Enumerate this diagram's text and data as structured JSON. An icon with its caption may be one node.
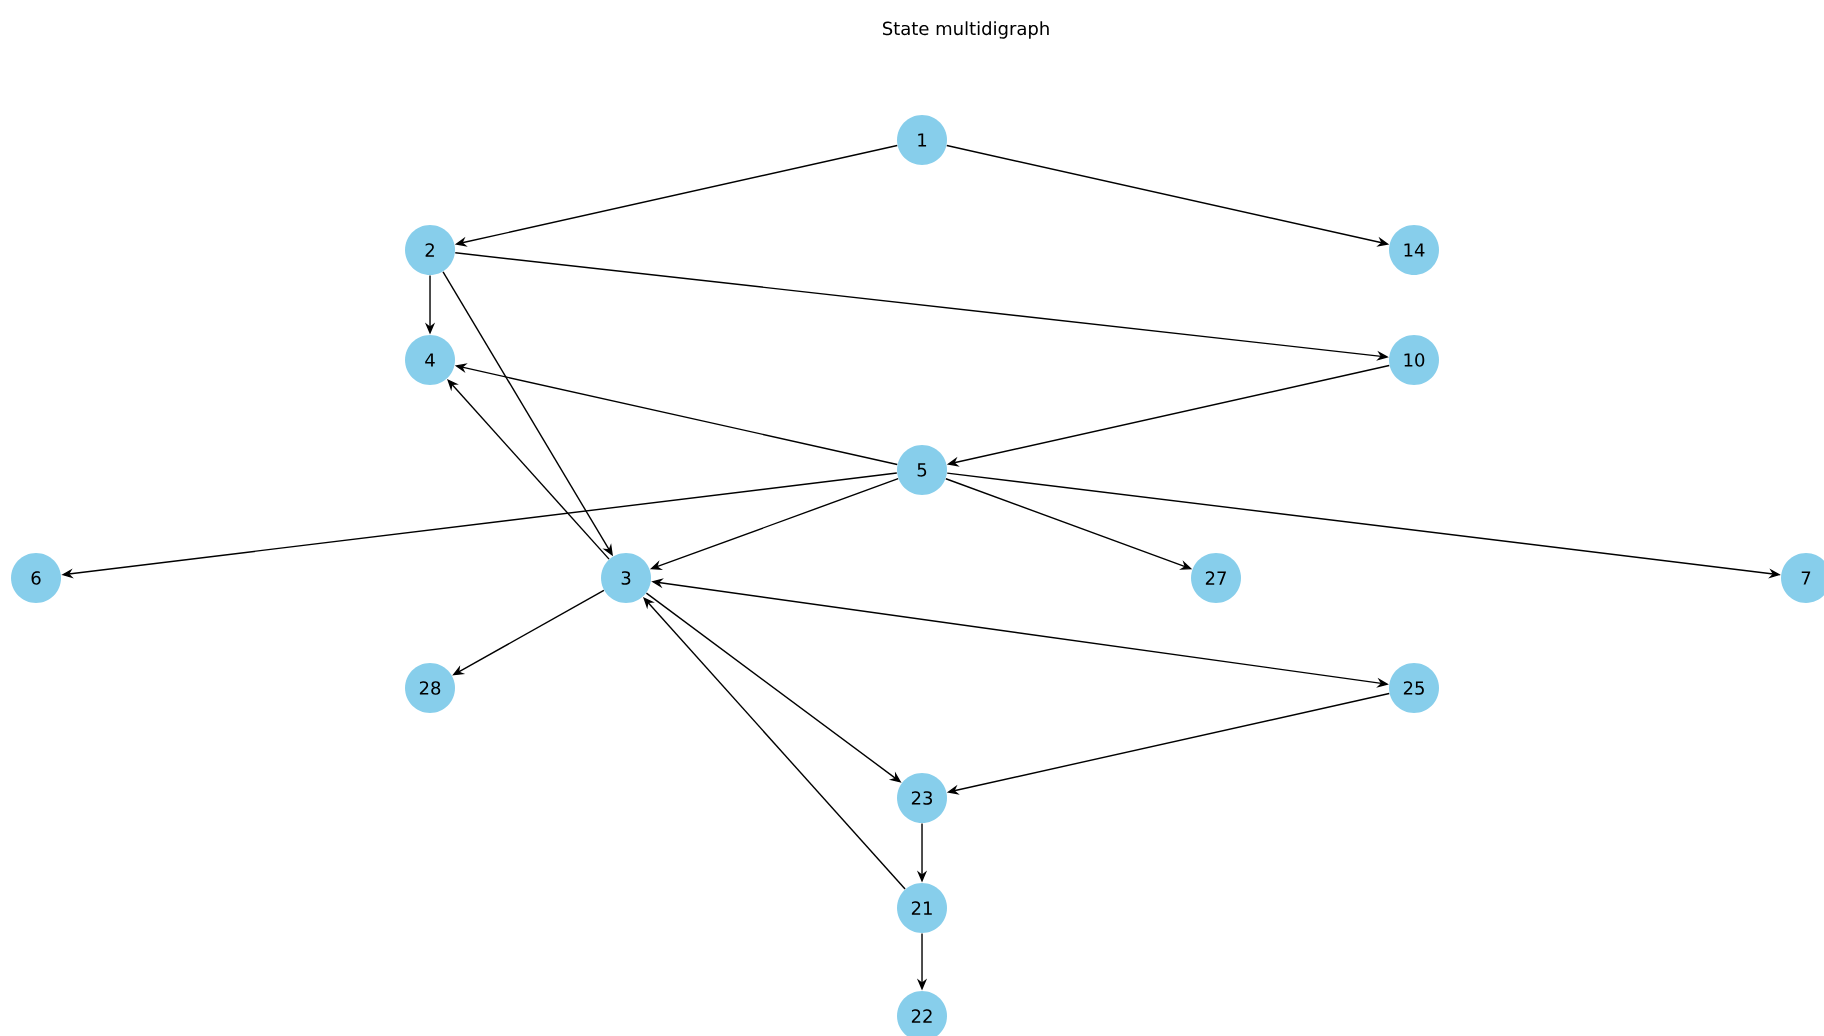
{
  "diagram": {
    "title": "State multidigraph",
    "nodes": [
      {
        "text": [
          "1"
        ]
      },
      {
        "text": [
          "2"
        ]
      },
      {
        "text": [
          "14"
        ]
      },
      {
        "text": [
          "4"
        ]
      },
      {
        "text": [
          "10"
        ]
      },
      {
        "text": [
          "5"
        ]
      },
      {
        "text": [
          "6"
        ]
      },
      {
        "text": [
          "3"
        ]
      },
      {
        "text": [
          "27"
        ]
      },
      {
        "text": [
          "7"
        ]
      },
      {
        "text": [
          "28"
        ]
      },
      {
        "text": [
          "25"
        ]
      },
      {
        "text": [
          "23"
        ]
      },
      {
        "text": [
          "21"
        ]
      },
      {
        "text": [
          "22"
        ]
      }
    ],
    "edges": [
      {
        "from": 0,
        "to": 1,
        "arrow": "to"
      },
      {
        "from": 0,
        "to": 2,
        "arrow": "to"
      },
      {
        "from": 1,
        "to": 3,
        "arrow": "to"
      },
      {
        "from": 1,
        "to": 7,
        "arrow": "to"
      },
      {
        "from": 1,
        "to": 4,
        "arrow": "to"
      },
      {
        "from": 4,
        "to": 5,
        "arrow": "to"
      },
      {
        "from": 5,
        "to": 3,
        "arrow": "to"
      },
      {
        "from": 5,
        "to": 6,
        "arrow": "to"
      },
      {
        "from": 5,
        "to": 7,
        "arrow": "to"
      },
      {
        "from": 5,
        "to": 8,
        "arrow": "to"
      },
      {
        "from": 5,
        "to": 9,
        "arrow": "to"
      },
      {
        "from": 7,
        "to": 3,
        "arrow": "to"
      },
      {
        "from": 7,
        "to": 10,
        "arrow": "to"
      },
      {
        "from": 7,
        "to": 11,
        "arrow": "both"
      },
      {
        "from": 7,
        "to": 12,
        "arrow": "to"
      },
      {
        "from": 11,
        "to": 12,
        "arrow": "to"
      },
      {
        "from": 12,
        "to": 13,
        "arrow": "to"
      },
      {
        "from": 13,
        "to": 14,
        "arrow": "to"
      },
      {
        "from": 13,
        "to": 7,
        "arrow": "to"
      }
    ]
  }
}
